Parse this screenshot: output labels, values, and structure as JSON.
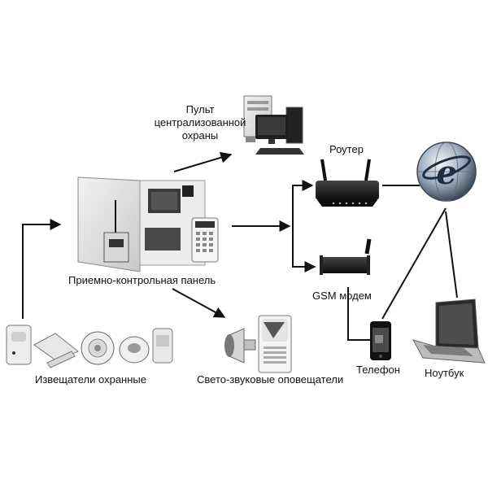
{
  "labels": {
    "central_monitoring": [
      "Пульт",
      "централизованной",
      "охраны"
    ],
    "control_panel": "Приемно-контрольная панель",
    "router": "Роутер",
    "gsm_modem": "GSM модем",
    "security_detectors": "Извещатели охранные",
    "alarms": "Свето-звуковые оповещатели",
    "phone": "Телефон",
    "laptop": "Ноутбук"
  },
  "connections": [
    {
      "from": "security-detectors",
      "to": "control-panel"
    },
    {
      "from": "control-panel",
      "to": "central-monitoring-station"
    },
    {
      "from": "control-panel",
      "to": "router"
    },
    {
      "from": "control-panel",
      "to": "gsm-modem"
    },
    {
      "from": "control-panel",
      "to": "light-sound-alarms"
    },
    {
      "from": "router",
      "to": "internet"
    },
    {
      "from": "internet",
      "to": "phone"
    },
    {
      "from": "internet",
      "to": "laptop"
    },
    {
      "from": "gsm-modem",
      "to": "phone"
    }
  ],
  "colors": {
    "line": "#111111",
    "device_light": "#e6e6e6",
    "device_dark": "#1a1a1a",
    "globe_blue": "#8fa3b8"
  }
}
